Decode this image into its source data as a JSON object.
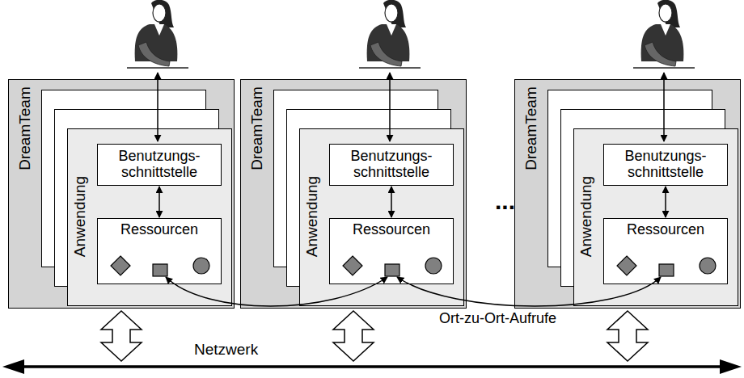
{
  "diagram": {
    "nodes": [
      {
        "text": [
          "DreamTeam"
        ]
      },
      {
        "text": [
          "Anwendung"
        ],
        "in": 0
      },
      {
        "text": [
          "Benutzungs- schnittstelle"
        ],
        "in": 1
      },
      {
        "text": [
          "Ressourcen"
        ],
        "in": 1
      },
      {
        "text": [
          "DreamTeam"
        ]
      },
      {
        "text": [
          "Anwendung"
        ],
        "in": 4
      },
      {
        "text": [
          "Benutzungs- schnittstelle"
        ],
        "in": 5
      },
      {
        "text": [
          "Ressourcen"
        ],
        "in": 5
      },
      {
        "text": [
          "DreamTeam"
        ]
      },
      {
        "text": [
          "Anwendung"
        ],
        "in": 8
      },
      {
        "text": [
          "Benutzungs- schnittstelle"
        ],
        "in": 9
      },
      {
        "text": [
          "Ressourcen"
        ],
        "in": 9
      }
    ],
    "edges": [
      {
        "from": 2,
        "to": 3,
        "arrow": "both"
      },
      {
        "from": 6,
        "to": 7,
        "arrow": "both"
      },
      {
        "from": 10,
        "to": 11,
        "arrow": "both"
      },
      {
        "from": 3,
        "to": 7,
        "arrow": "both"
      },
      {
        "from": 11,
        "to": 7,
        "label": "Ort-zu-Ort-Aufrufe",
        "arrow": "both"
      }
    ],
    "labels": [
      "...",
      "Netzwerk"
    ]
  }
}
